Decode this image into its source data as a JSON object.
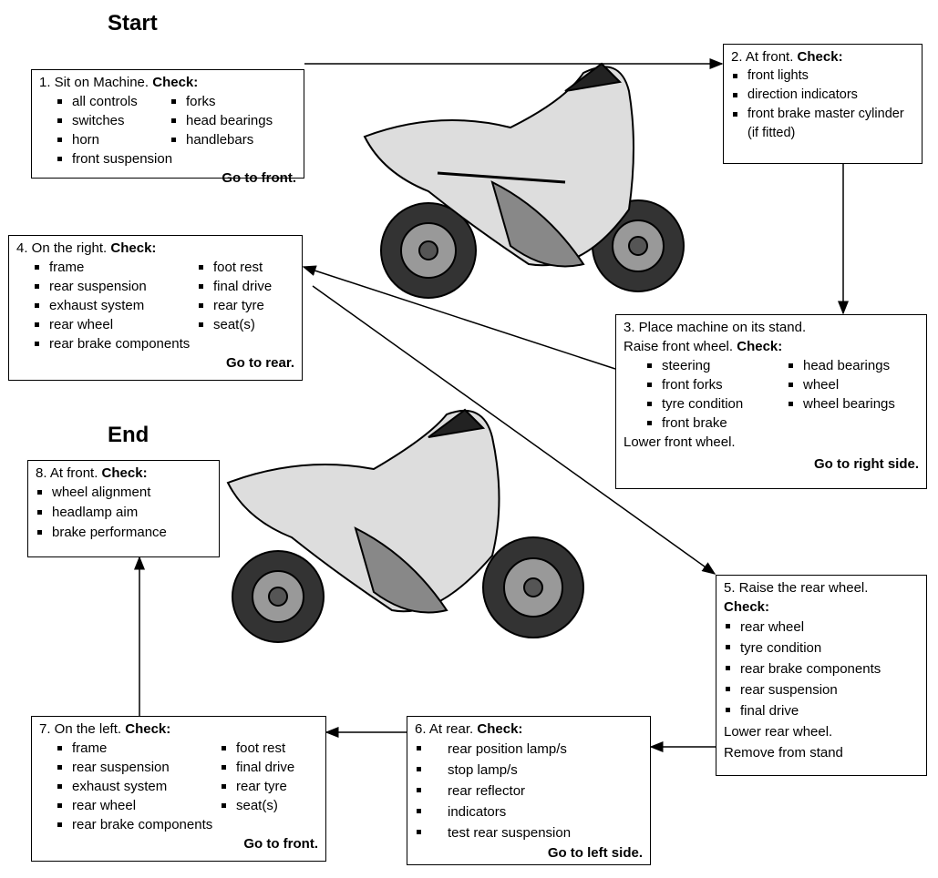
{
  "start_title": "Start",
  "end_title": "End",
  "check": "Check:",
  "steps": [
    {
      "heading": "1. Sit on Machine.",
      "col1": [
        "all controls",
        "switches",
        "horn",
        "front suspension"
      ],
      "col2": [
        "forks",
        "head bearings",
        "handlebars"
      ],
      "go": "Go to front."
    },
    {
      "heading": "2.  At front.",
      "col1": [
        "front lights",
        "direction indicators",
        "front brake master cylinder (if fitted)"
      ]
    },
    {
      "heading": "3. Place machine on its stand.",
      "line2": "Raise front wheel.",
      "col1": [
        "steering",
        "front forks",
        "tyre condition",
        "front brake"
      ],
      "col2": [
        "head bearings",
        "wheel",
        "wheel bearings"
      ],
      "after": "Lower front wheel.",
      "go": "Go to right side."
    },
    {
      "heading": "4. On the right.",
      "col1": [
        "frame",
        "rear suspension",
        "exhaust system",
        "rear wheel",
        "rear brake components"
      ],
      "col2": [
        "foot rest",
        "final drive",
        "rear tyre",
        "seat(s)"
      ],
      "go": "Go to rear."
    },
    {
      "heading": "5. Raise the rear wheel.",
      "col1": [
        "rear wheel",
        "tyre condition",
        "rear brake components",
        "rear suspension",
        "final drive"
      ],
      "after": "Lower rear wheel.",
      "after2": "Remove from stand"
    },
    {
      "heading": "6. At rear.",
      "col1": [
        "rear position lamp/s",
        "stop lamp/s",
        "rear reflector",
        "indicators",
        "test rear suspension"
      ],
      "go": "Go to left side."
    },
    {
      "heading": "7. On the left.",
      "col1": [
        "frame",
        "rear suspension",
        "exhaust system",
        "rear wheel",
        "rear brake components"
      ],
      "col2": [
        "foot rest",
        "final drive",
        "rear tyre",
        "seat(s)"
      ],
      "go": "Go to front."
    },
    {
      "heading": "8. At front.",
      "col1": [
        "wheel alignment",
        "headlamp aim",
        "brake performance"
      ]
    }
  ]
}
